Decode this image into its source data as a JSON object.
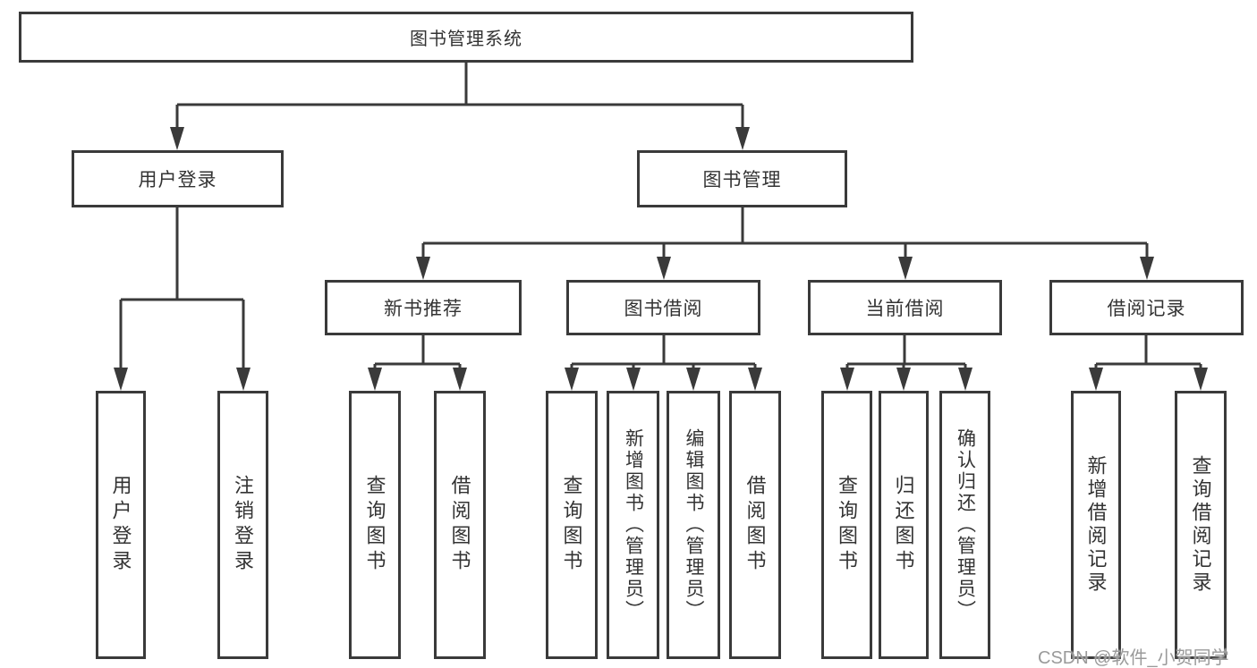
{
  "diagram": {
    "title": "图书管理系统",
    "type": "hierarchy-tree",
    "tree": {
      "label": "图书管理系统",
      "children": [
        {
          "label": "用户登录",
          "children": [
            {
              "label": "用户登录"
            },
            {
              "label": "注销登录"
            }
          ]
        },
        {
          "label": "图书管理",
          "children": [
            {
              "label": "新书推荐",
              "children": [
                {
                  "label": "查询图书"
                },
                {
                  "label": "借阅图书"
                }
              ]
            },
            {
              "label": "图书借阅",
              "children": [
                {
                  "label": "查询图书"
                },
                {
                  "label": "新增图书（管理员）"
                },
                {
                  "label": "编辑图书（管理员）"
                },
                {
                  "label": "借阅图书"
                }
              ]
            },
            {
              "label": "当前借阅",
              "children": [
                {
                  "label": "查询图书"
                },
                {
                  "label": "归还图书"
                },
                {
                  "label": "确认归还（管理员）"
                }
              ]
            },
            {
              "label": "借阅记录",
              "children": [
                {
                  "label": "新增借阅记录"
                },
                {
                  "label": "查询借阅记录"
                }
              ]
            }
          ]
        }
      ]
    },
    "colors": {
      "line": "#3a3a3a",
      "box_border": "#3a3a3a",
      "box_fill": "#ffffff",
      "text": "#333333",
      "watermark": "#9a9a9a",
      "background": "#ffffff"
    }
  },
  "watermark": {
    "text": "CSDN @软件_小贺同学"
  }
}
